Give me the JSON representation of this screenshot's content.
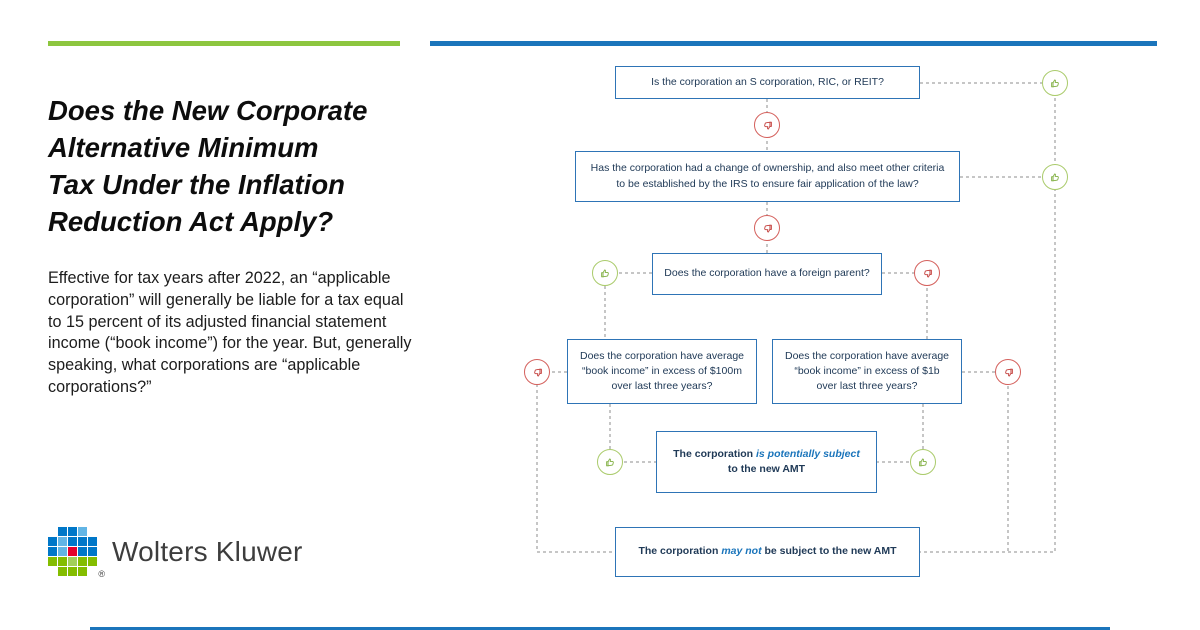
{
  "colors": {
    "green_accent": "#8DC63F",
    "blue_accent": "#1B75BB",
    "box_border": "#2E74B6",
    "emphasis_blue": "#1B75BB",
    "thumb_green": "#7FAE3F",
    "thumb_green_ring": "#AACB6B",
    "thumb_red": "#C23B38",
    "thumb_red_ring": "#D4605C",
    "connector_gray": "#8C8C8C",
    "logo_blue": "#0077C8",
    "logo_light_blue": "#62B5E5",
    "logo_green": "#84BD00",
    "logo_red": "#E4002B"
  },
  "left_panel": {
    "title_lines": [
      "Does the New Corporate",
      "Alternative Minimum",
      "Tax Under the Inflation",
      "Reduction Act Apply?"
    ],
    "body": "Effective for tax years after 2022, an “applicable corporation” will generally be liable for a tax equal to 15 percent of its adjusted financial statement income (“book income”) for the year. But, generally speaking, what corporations are “applicable corporations?”",
    "logo": {
      "text": "Wolters Kluwer",
      "registered": "®"
    }
  },
  "flowchart": {
    "questions": {
      "q1": "Is the corporation an S corporation, RIC, or REIT?",
      "q2": "Has the corporation had a change of ownership, and also meet other criteria to be established by the IRS to ensure fair application of the law?",
      "q3": "Does the corporation have a foreign parent?",
      "q4a": "Does the corporation have average “book income” in excess of $100m over last three years?",
      "q4b": "Does the corporation have average “book income” in excess of $1b over last three years?"
    },
    "results": {
      "potentially_subject": {
        "prefix": "The corporation ",
        "emphasis": "is potentially subject",
        "suffix": " to the new AMT"
      },
      "may_not": {
        "prefix": "The corporation ",
        "emphasis": "may not",
        "suffix": " be subject to the new AMT"
      }
    },
    "icons": {
      "yes": "thumbs-up",
      "no": "thumbs-down"
    }
  }
}
